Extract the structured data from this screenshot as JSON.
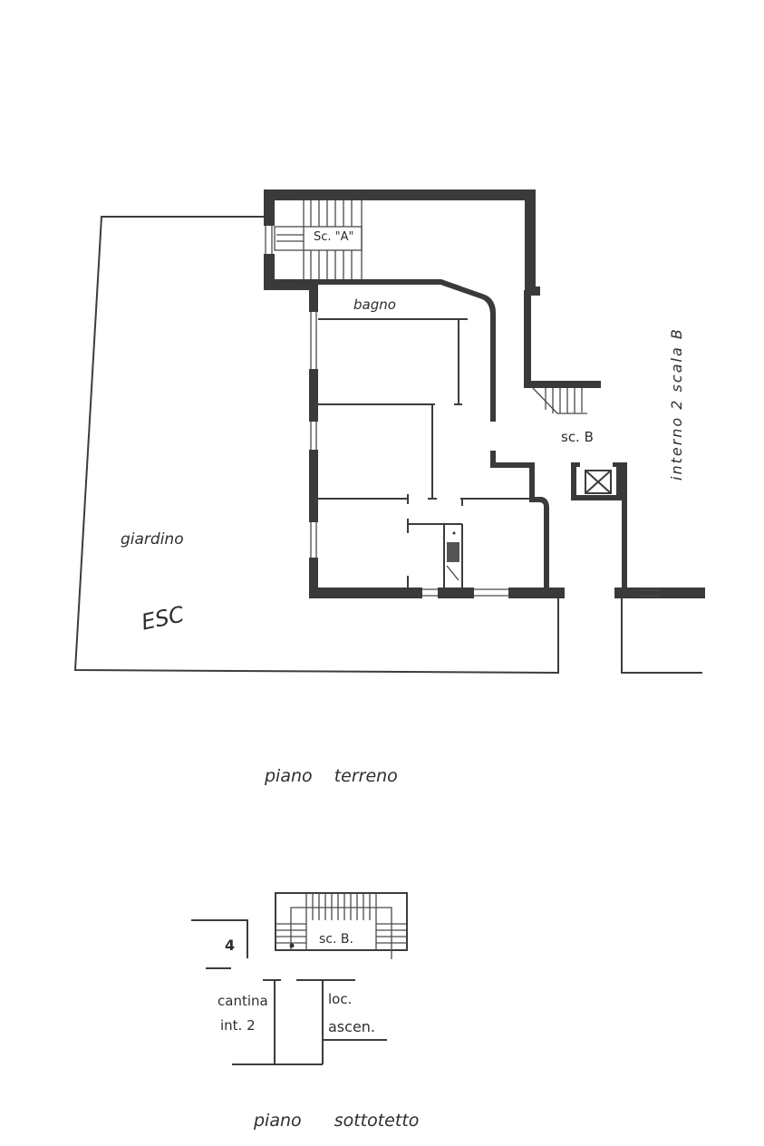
{
  "drawing": {
    "type": "architectural floor plan",
    "background_color": "#ffffff",
    "ink_color": "#3a3a3a"
  },
  "ground_floor": {
    "title": "piano terreno",
    "labels": {
      "stair_a": "Sc. \"A\"",
      "bathroom": "bagno",
      "stair_b": "sc. B",
      "unit_note": "interno 2 scala B",
      "garden": "giardino",
      "garden_mark": "ESC"
    }
  },
  "attic_floor": {
    "title": "piano sottotetto",
    "labels": {
      "unit_number": "4",
      "stair": "sc. B.",
      "cellar": "cantina",
      "cellar_unit": "int. 2",
      "lift_room_1": "loc.",
      "lift_room_2": "ascen."
    }
  }
}
